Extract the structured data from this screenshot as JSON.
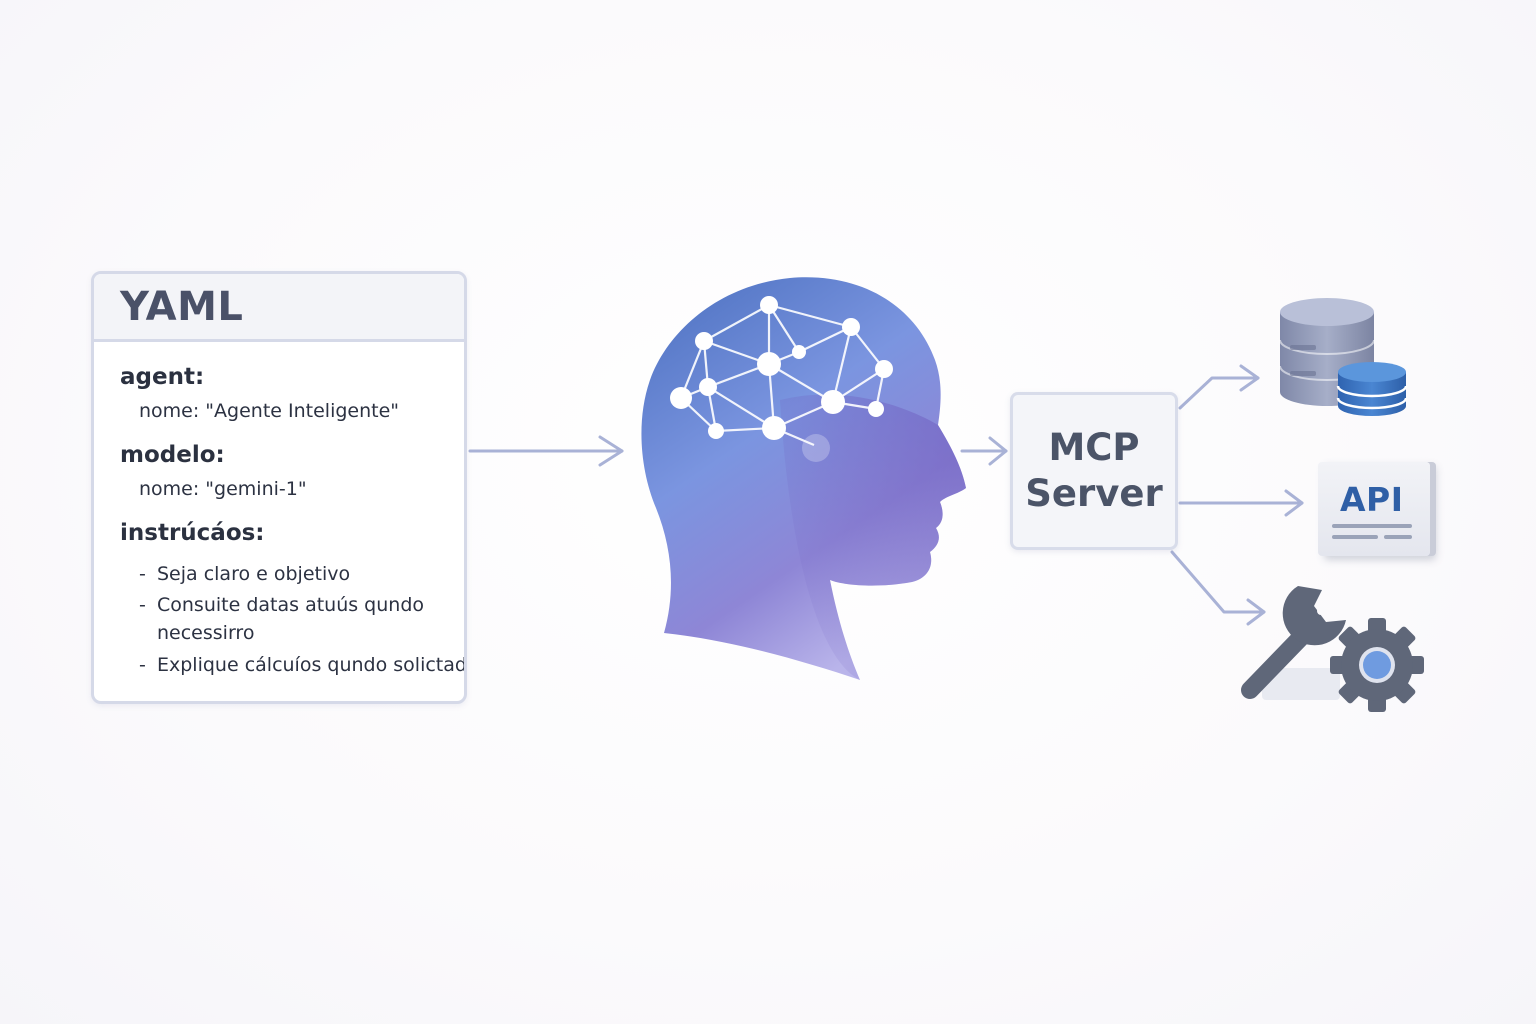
{
  "yaml": {
    "title": "YAML",
    "agent_key": "agent:",
    "agent_nome": "nome:  \"Agente Inteligente\"",
    "modelo_key": "modelo:",
    "modelo_nome": "nome:  \"gemini-1\"",
    "instrucoes_key": "instrúcáos:",
    "items": [
      "Seja claro e objetivo",
      "Consuite datas atuús qundo",
      "necessirro",
      "Explique cálcuíos qundo solictade"
    ]
  },
  "mcp": {
    "line1": "MCP",
    "line2": "Server"
  },
  "resources": {
    "api_label": "API",
    "icons": [
      "database-icon",
      "api-icon",
      "wrench-gear-icon"
    ]
  },
  "colors": {
    "arrow": "#a9b2d6",
    "head_top": "#4a70c0",
    "head_bottom": "#9a85d8",
    "api_text": "#2f5fa6",
    "db_blue": "#3f78c4",
    "tool_gray": "#5f6779"
  }
}
